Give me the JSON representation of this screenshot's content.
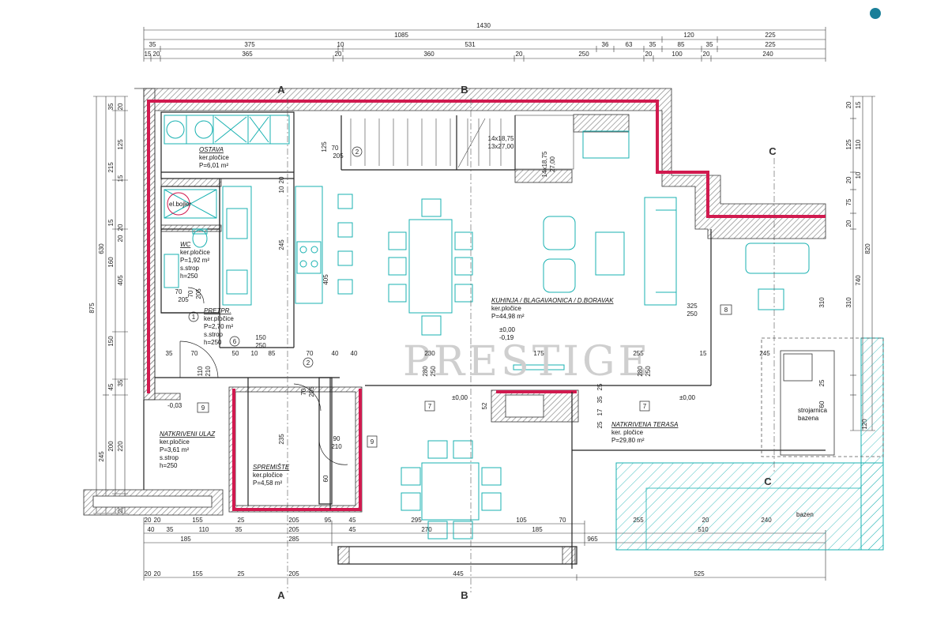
{
  "marker": {
    "color": "#1a7f99"
  },
  "watermark": "PRESTIGE",
  "colors": {
    "wall": "#d11a4f",
    "furniture": "#18b1b1",
    "line": "#222222",
    "hatch": "#999999"
  },
  "dims_top": {
    "row0": [
      "1430"
    ],
    "row1": [
      "1085",
      "120",
      "225"
    ],
    "row2": [
      "35",
      "375",
      "10",
      "531",
      "36",
      "63",
      "35",
      "85",
      "35",
      "225"
    ],
    "row3": [
      "15",
      "20",
      "365",
      "20",
      "360",
      "20",
      "250",
      "20",
      "100",
      "20",
      "240"
    ]
  },
  "dims_bottom": {
    "row1": [
      "20",
      "20",
      "155",
      "25",
      "205",
      "95",
      "45",
      "295",
      "105",
      "70"
    ],
    "row2": [
      "40",
      "35",
      "110",
      "35",
      "205",
      "45",
      "270",
      "185",
      "255",
      "20",
      "240"
    ],
    "row3": [
      "185",
      "285",
      "965",
      "510"
    ],
    "row4": [
      "20",
      "20",
      "155",
      "25",
      "205",
      "445",
      "525"
    ]
  },
  "dims_left": {
    "outer": [
      "875"
    ],
    "mid": [
      "630",
      "245"
    ],
    "inner": [
      "35",
      "125",
      "215",
      "15",
      "160",
      "150",
      "45",
      "200",
      "220",
      "25"
    ],
    "inner2": [
      "20",
      "15",
      "20",
      "20",
      "405",
      "35",
      "25",
      "20"
    ]
  },
  "dims_right": {
    "outer": [
      "820",
      "740"
    ],
    "inner": [
      "20",
      "15",
      "125",
      "110",
      "20",
      "10",
      "75",
      "20",
      "310",
      "310",
      "25",
      "60",
      "120"
    ]
  },
  "dims_interior": [
    "70",
    "205",
    "125",
    "70",
    "205",
    "245",
    "405",
    "20",
    "10",
    "14x18,75",
    "13x27,00",
    "14x18,75",
    "27,00",
    "70",
    "205",
    "150",
    "250",
    "35",
    "70",
    "50",
    "10",
    "85",
    "70",
    "40",
    "40",
    "230",
    "175",
    "255",
    "15",
    "245",
    "325",
    "250",
    "280",
    "250",
    "280",
    "250",
    "70",
    "205",
    "90",
    "210",
    "110",
    "210",
    "235",
    "60",
    "52",
    "25",
    "35",
    "17",
    "25"
  ],
  "rooms": [
    {
      "name": "OSTAVA",
      "material": "ker.pločice",
      "area": "P=6,01 m²"
    },
    {
      "name": "WC",
      "material": "ker.pločice",
      "area": "P=1,92 m²",
      "ceiling": "s.strop",
      "height": "h=250"
    },
    {
      "name": "PRETPR.",
      "material": "ker.pločice",
      "area": "P=2,70 m²",
      "ceiling": "s.strop",
      "height": "h=250"
    },
    {
      "name": "KUHINJA / BLAGAVAONICA / D.BORAVAK",
      "material": "ker.pločice",
      "area": "P=44,98 m²"
    },
    {
      "name": "NATKRIVENI ULAZ",
      "material": "ker.pločice",
      "area": "P=3,61 m²",
      "ceiling": "s.strop",
      "height": "h=250"
    },
    {
      "name": "SPREMIŠTE",
      "material": "ker.pločice",
      "area": "P=4,58 m²"
    },
    {
      "name": "NATKRIVENA TERASA",
      "material": "ker. pločice",
      "area": "P=29,80 m²"
    }
  ],
  "labels": {
    "boiler": "el.bojler",
    "pool_machine_1": "strojarnica",
    "pool_machine_2": "bazena",
    "pool": "bazen",
    "level_0": "±0,00",
    "level_1": "-0,19",
    "level_entry": "-0,03",
    "level_2": "±0,00",
    "level_3": "±0,00"
  },
  "door_tags": [
    "1",
    "2",
    "2",
    "6",
    "7",
    "7",
    "8",
    "9",
    "9"
  ],
  "sections": [
    "A",
    "A",
    "B",
    "B",
    "C",
    "C"
  ]
}
